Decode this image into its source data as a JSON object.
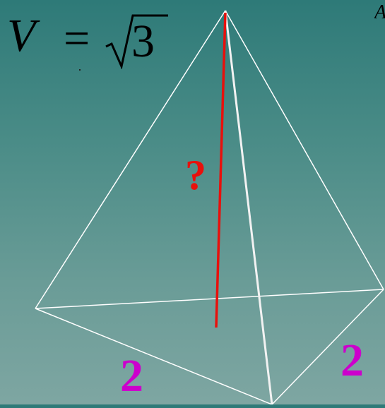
{
  "formula": {
    "variable": "V",
    "equals": "=",
    "radicand": "3"
  },
  "labels": {
    "height_unknown": "?",
    "edge_left": "2",
    "edge_right": "2",
    "corner_clip": "A"
  },
  "colors": {
    "background_top": "#2e7a78",
    "background_bottom": "#7ea6a2",
    "edges": "#ffffff",
    "height_line": "#e8100c",
    "edge_labels": "#cc00cc",
    "question_mark": "#e8100c",
    "formula_text": "#000000"
  }
}
